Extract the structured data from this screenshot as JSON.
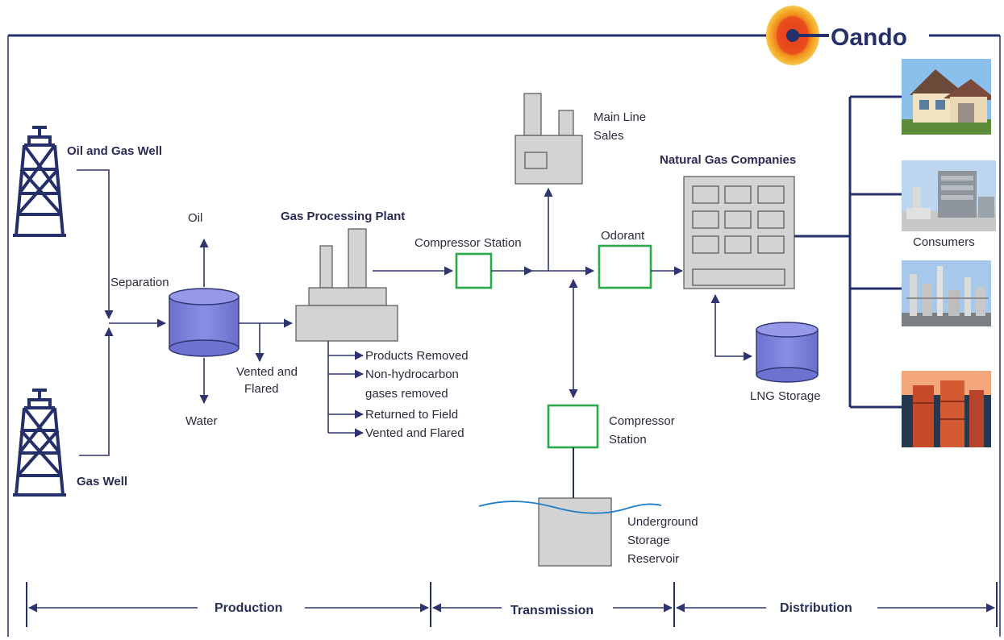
{
  "logo": {
    "text": "Oando"
  },
  "labels": {
    "oil_gas_well": "Oil and Gas Well",
    "gas_well": "Gas Well",
    "separation": "Separation",
    "oil": "Oil",
    "water": "Water",
    "vented_flared_1": "Vented and",
    "vented_flared_2": "Flared",
    "gas_processing_plant": "Gas Processing Plant",
    "products_removed": "Products Removed",
    "non_hydrocarbon_1": "Non-hydrocarbon",
    "non_hydrocarbon_2": "gases removed",
    "returned_to_field": "Returned to Field",
    "vented_and_flared": "Vented and Flared",
    "compressor_station": "Compressor Station",
    "main_line_1": "Main Line",
    "main_line_2": "Sales",
    "odorant": "Odorant",
    "compressor_station_2a": "Compressor",
    "compressor_station_2b": "Station",
    "underground_1": "Underground",
    "underground_2": "Storage",
    "underground_3": "Reservoir",
    "natural_gas_companies": "Natural Gas Companies",
    "lng_storage": "LNG Storage",
    "consumers": "Consumers"
  },
  "phases": [
    "Production",
    "Transmission",
    "Distribution"
  ],
  "colors": {
    "navy": "#25306b",
    "flow": "#2d3470",
    "storage_blue": "#7b7fd9",
    "compressor_green": "#2aa84a",
    "logo_orange": "#f08a1c"
  },
  "icons": [
    "oil-derrick-icon",
    "house-photo",
    "power-plant-photo",
    "refinery-photo",
    "industrial-tanks-photo"
  ]
}
